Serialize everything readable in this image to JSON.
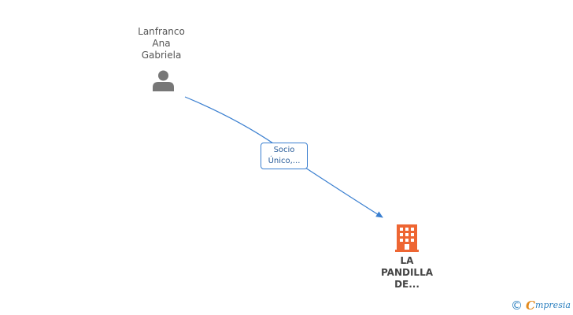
{
  "diagram": {
    "nodes": [
      {
        "id": "person",
        "kind": "person",
        "icon": "person-icon",
        "label_lines": [
          "Lanfranco",
          "Ana",
          "Gabriela"
        ],
        "color": "#777777"
      },
      {
        "id": "company",
        "kind": "company",
        "icon": "building-icon",
        "label_lines": [
          "LA",
          "PANDILLA",
          "DE..."
        ],
        "color": "#ee6633"
      }
    ],
    "edges": [
      {
        "from": "person",
        "to": "company",
        "label_lines": [
          "Socio",
          "Único,..."
        ],
        "color": "#3a7fd0"
      }
    ]
  },
  "brand": {
    "copyright_symbol": "©",
    "initial": "C",
    "rest": "mpresia",
    "colors": {
      "initial": "#e38a1c",
      "text": "#2a7fbf"
    }
  }
}
